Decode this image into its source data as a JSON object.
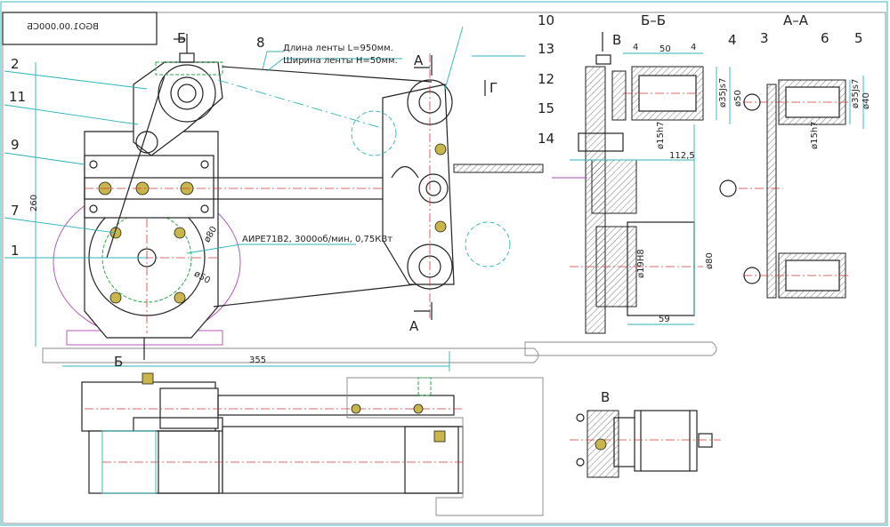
{
  "title_block": {
    "code": "BGO1.00.000СБ"
  },
  "main_view": {
    "section_marks": {
      "b_top": "Б",
      "b_bottom": "Б",
      "a_top": "А",
      "a_bottom": "А",
      "g": "Г"
    },
    "parts": {
      "p2": "2",
      "p11": "11",
      "p9": "9",
      "p7": "7",
      "p1": "1",
      "p8": "8",
      "p10": "10",
      "p13": "13",
      "p12": "12",
      "p15": "15",
      "p14": "14"
    },
    "belt_length": "Длина ленты L=950мм.",
    "belt_width": "Ширина ленты H=50мм.",
    "motor": "АИРЕ71В2, 3000об/мин, 0,75КВт",
    "dims": {
      "height": "260",
      "width": "355",
      "d80": "ø80",
      "d50": "ø50"
    }
  },
  "section_bb": {
    "title": "Б–Б",
    "view_mark": "В",
    "parts": {
      "p4": "4"
    },
    "dims": {
      "w4a": "4",
      "w50": "50",
      "w4b": "4",
      "d35": "ø35Js7",
      "d50": "ø50",
      "d15": "ø15h7",
      "len": "112,5",
      "d19": "ø19H8",
      "d80": "ø80",
      "w59": "59"
    }
  },
  "section_aa": {
    "title": "А–А",
    "parts": {
      "p3": "3",
      "p6": "6",
      "p5": "5"
    },
    "dims": {
      "d35": "ø35Js7",
      "d40": "ø40",
      "d15": "ø15h7"
    }
  },
  "view_v": {
    "title": "В"
  },
  "colors": {
    "cyan": "#2bb3b8",
    "green": "#2aa84a",
    "red": "#d23a3a",
    "magenta": "#b04ab8"
  }
}
